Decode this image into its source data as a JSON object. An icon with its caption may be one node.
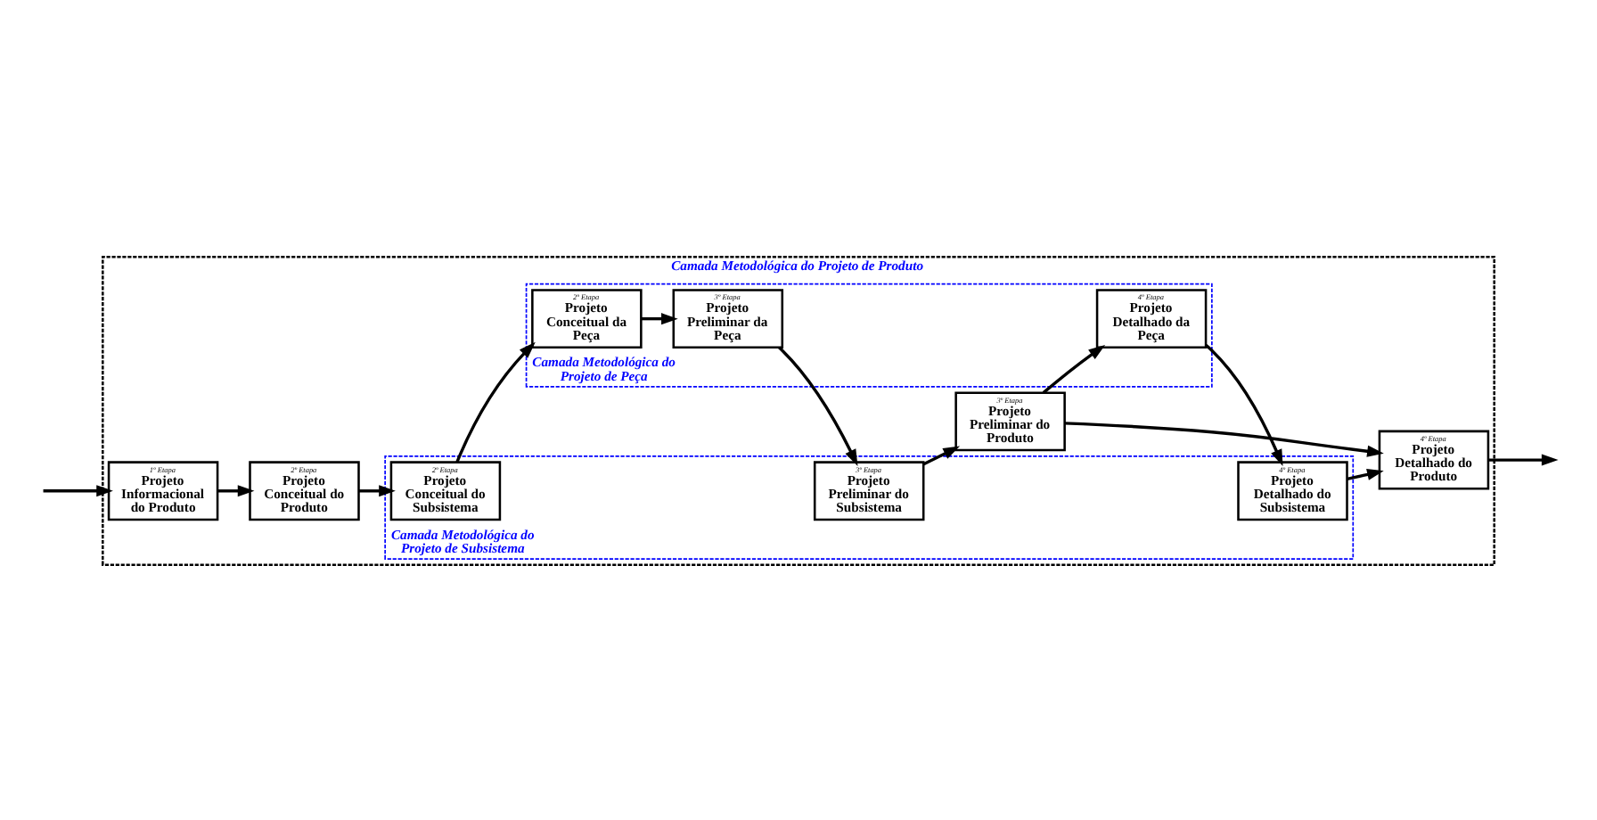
{
  "diagram": {
    "nodes": [
      {
        "text": [
          "Camada Metodológica do Projeto de Produto"
        ]
      },
      {
        "text": [
          "1º Etapa",
          "Projeto Informacional do Produto"
        ],
        "in": 0
      },
      {
        "text": [
          "2º Etapa",
          "Projeto Conceitual do Produto"
        ],
        "in": 0
      },
      {
        "text": [
          "3º Etapa",
          "Projeto Preliminar do Produto"
        ],
        "in": 0
      },
      {
        "text": [
          "4º Etapa",
          "Projeto Detalhado do Produto"
        ],
        "in": 0
      },
      {
        "text": [
          "Camada Metodológica do Projeto de Subsistema"
        ],
        "in": 0
      },
      {
        "text": [
          "2º Etapa",
          "Projeto Conceitual do Subsistema"
        ],
        "in": 5
      },
      {
        "text": [
          "3º Etapa",
          "Projeto Preliminar do Subsistema"
        ],
        "in": 5
      },
      {
        "text": [
          "4º Etapa",
          "Projeto Detalhado do Subsistema"
        ],
        "in": 5
      },
      {
        "text": [
          "Camada Metodológica do Projeto de Peça"
        ],
        "in": 0
      },
      {
        "text": [
          "2º Etapa",
          "Projeto Conceitual da Peça"
        ],
        "in": 9
      },
      {
        "text": [
          "3º Etapa",
          "Projeto Preliminar da Peça"
        ],
        "in": 9
      },
      {
        "text": [
          "4º Etapa",
          "Projeto Detalhado da Peça"
        ],
        "in": 9
      }
    ],
    "edges": [
      {
        "from": null,
        "to": 1,
        "arrow": "to"
      },
      {
        "from": 1,
        "to": 2,
        "arrow": "to"
      },
      {
        "from": 2,
        "to": 6,
        "arrow": "to"
      },
      {
        "from": 6,
        "to": 10,
        "arrow": "to"
      },
      {
        "from": 10,
        "to": 11,
        "arrow": "to"
      },
      {
        "from": 11,
        "to": 7,
        "arrow": "to"
      },
      {
        "from": 7,
        "to": 3,
        "arrow": "to"
      },
      {
        "from": 3,
        "to": 4,
        "arrow": "to"
      },
      {
        "from": 3,
        "to": 12,
        "arrow": "to"
      },
      {
        "from": 12,
        "to": 8,
        "arrow": "to"
      },
      {
        "from": 8,
        "to": 4,
        "arrow": "to"
      },
      {
        "from": 4,
        "to": null,
        "arrow": "to"
      }
    ]
  }
}
